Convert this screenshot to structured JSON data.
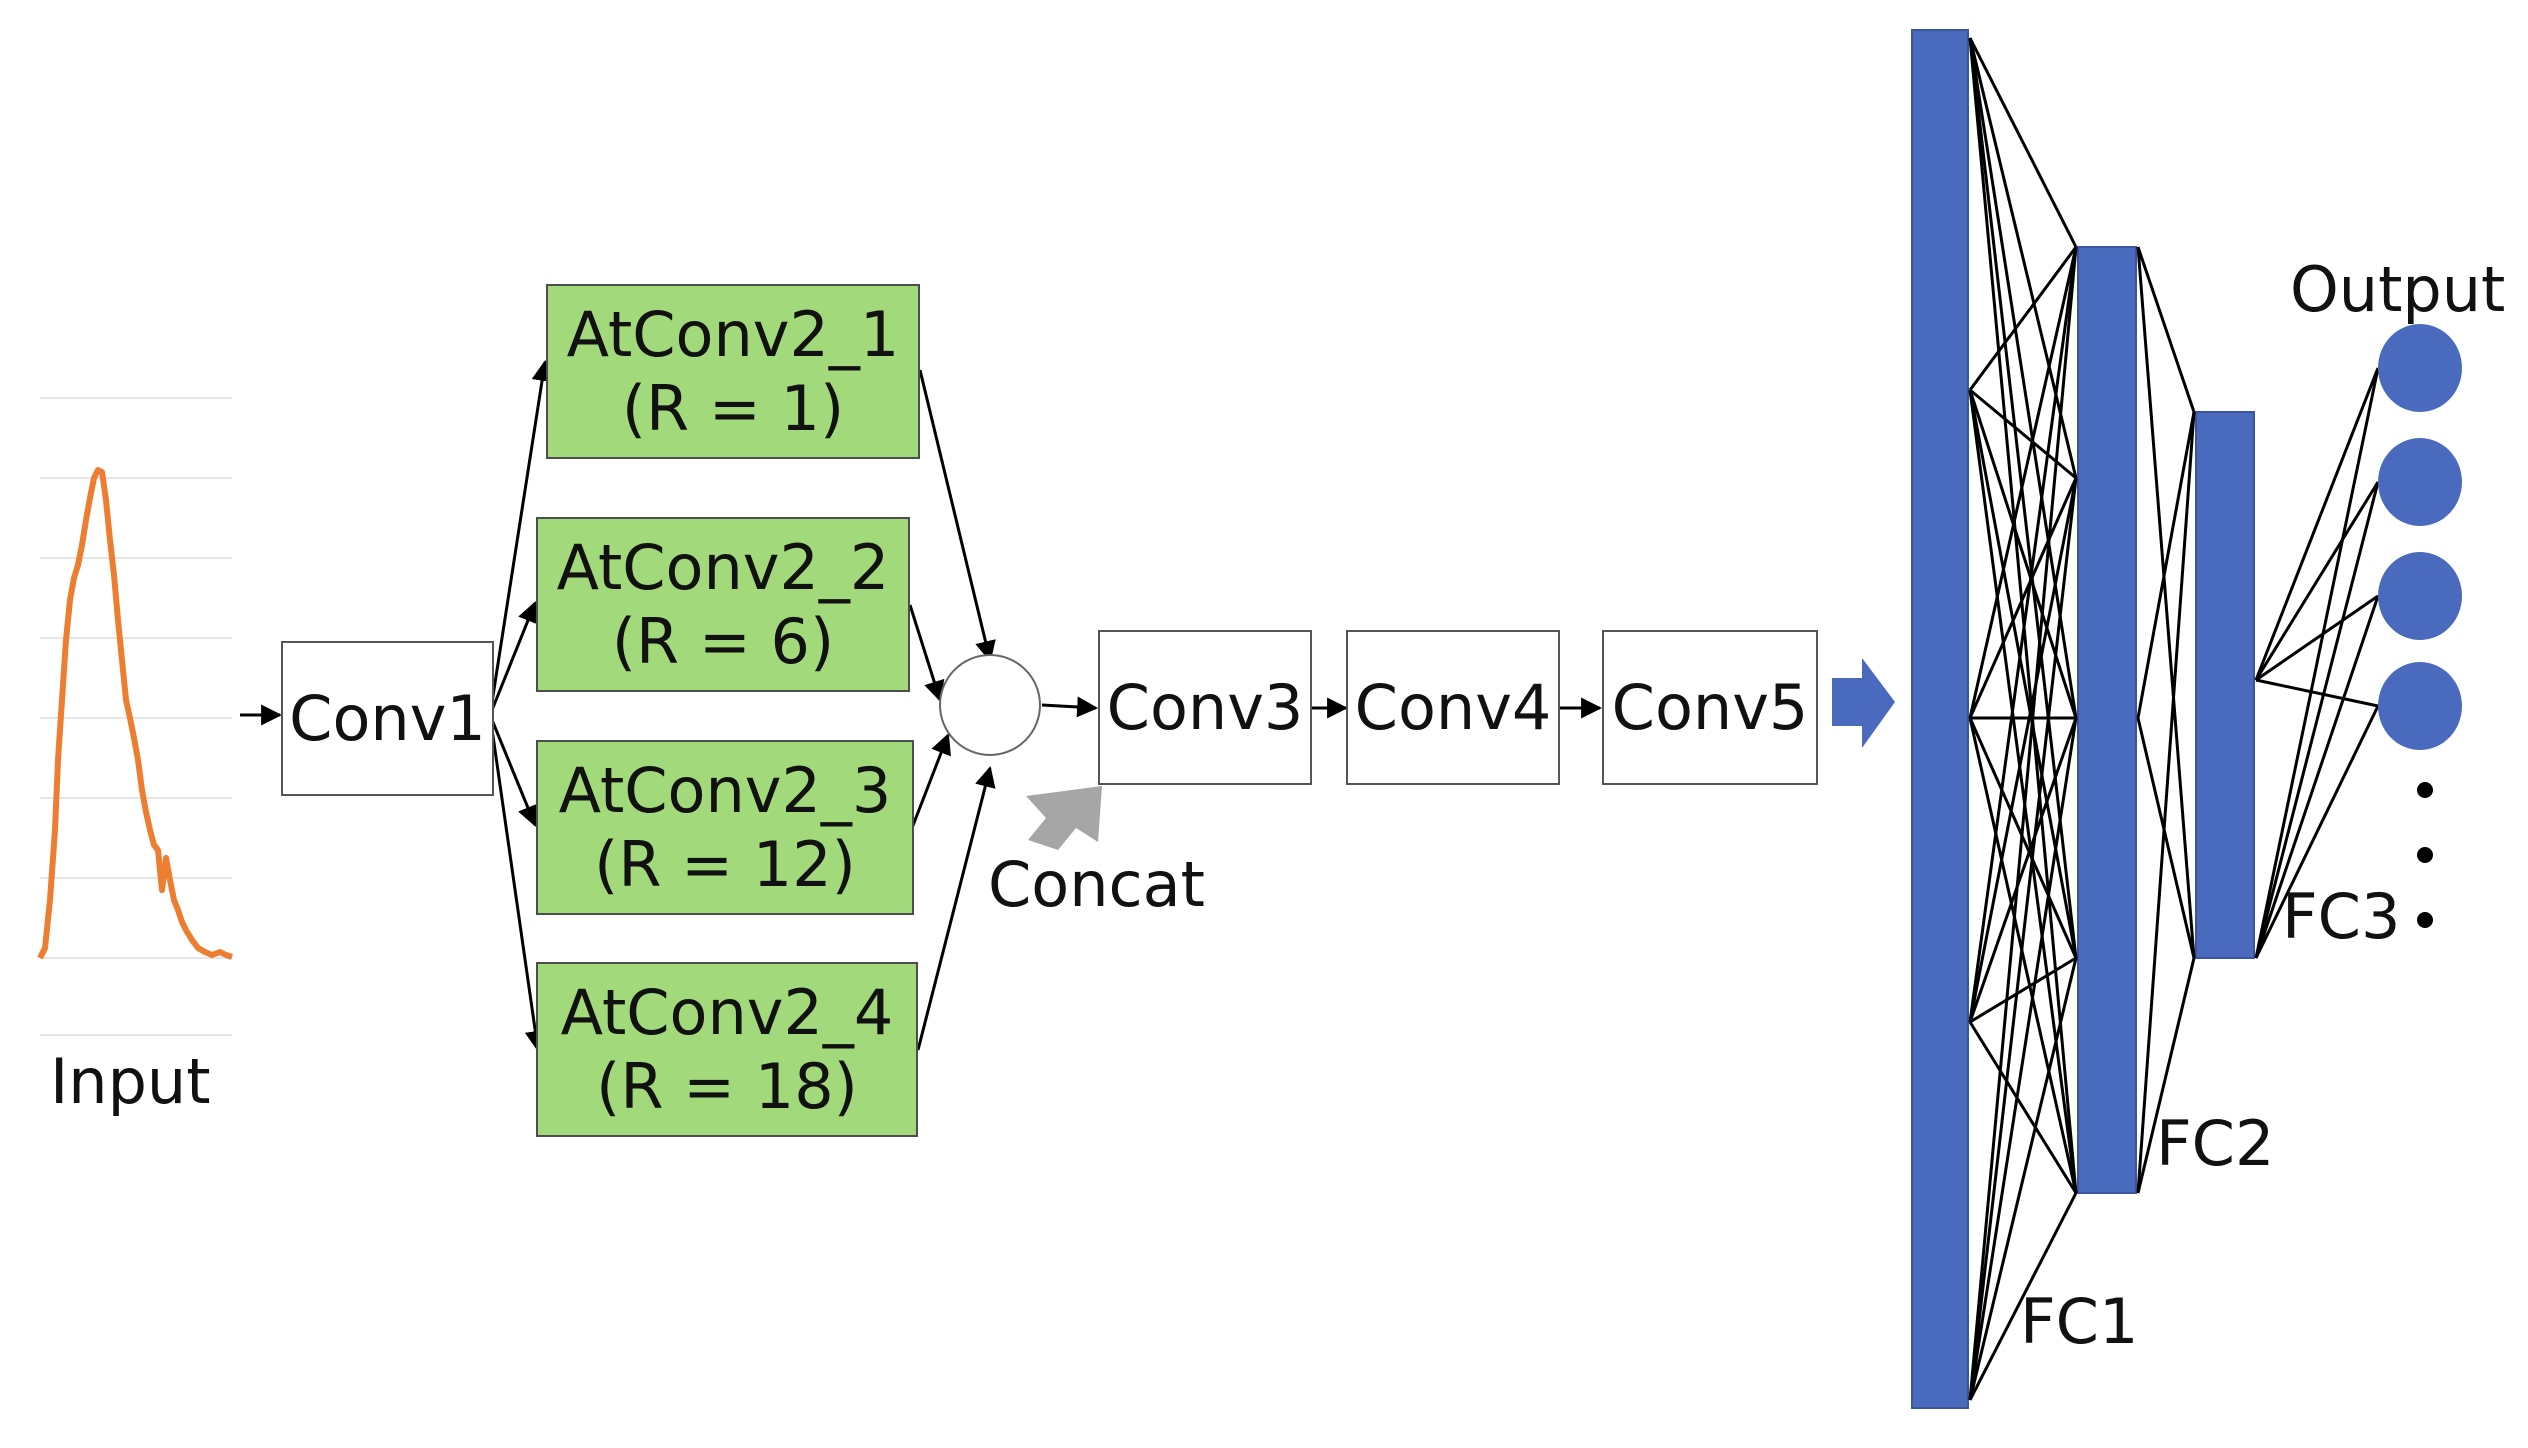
{
  "input": {
    "label": "Input"
  },
  "conv1": {
    "label": "Conv1"
  },
  "atrous": [
    {
      "name": "AtConv2_1",
      "rate": "(R = 1)"
    },
    {
      "name": "AtConv2_2",
      "rate": "(R = 6)"
    },
    {
      "name": "AtConv2_3",
      "rate": "(R = 12)"
    },
    {
      "name": "AtConv2_4",
      "rate": "(R = 18)"
    }
  ],
  "concat": {
    "label": "Concat"
  },
  "conv3": {
    "label": "Conv3"
  },
  "conv4": {
    "label": "Conv4"
  },
  "conv5": {
    "label": "Conv5"
  },
  "fc": {
    "fc1": "FC1",
    "fc2": "FC2",
    "fc3": "FC3"
  },
  "output": {
    "label": "Output"
  },
  "colors": {
    "signal": "#ed7d31",
    "branch_fill": "#a2d97a",
    "dense": "#4a6bbd",
    "concat_arrow": "#a6a6a6"
  }
}
